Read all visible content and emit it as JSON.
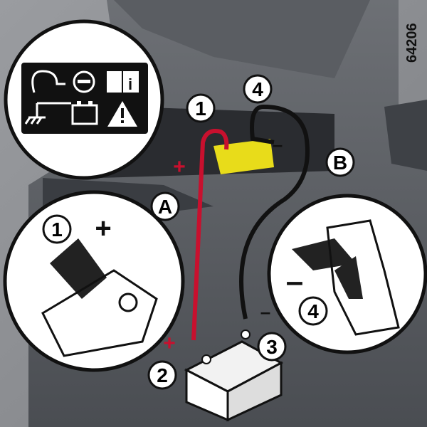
{
  "figure_id": "64206",
  "callouts": {
    "hood_positive": "1",
    "hood_negative": "4",
    "cable_a": "A",
    "cable_b": "B",
    "booster_negative": "3",
    "booster_positive": "2",
    "inset_left_number": "1",
    "inset_right_number": "4"
  },
  "signs": {
    "plus": "+",
    "minus": "–"
  },
  "warning_panel": {
    "icons": [
      "jumper-clamp-icon",
      "minus-circle-icon",
      "manual-info-icon",
      "ground-icon",
      "battery-icon",
      "warning-triangle-icon"
    ],
    "info_letter": "i"
  },
  "colors": {
    "positive_cable": "#c8102e",
    "negative_cable": "#111111",
    "battery_cover": "#e8dc1a"
  }
}
